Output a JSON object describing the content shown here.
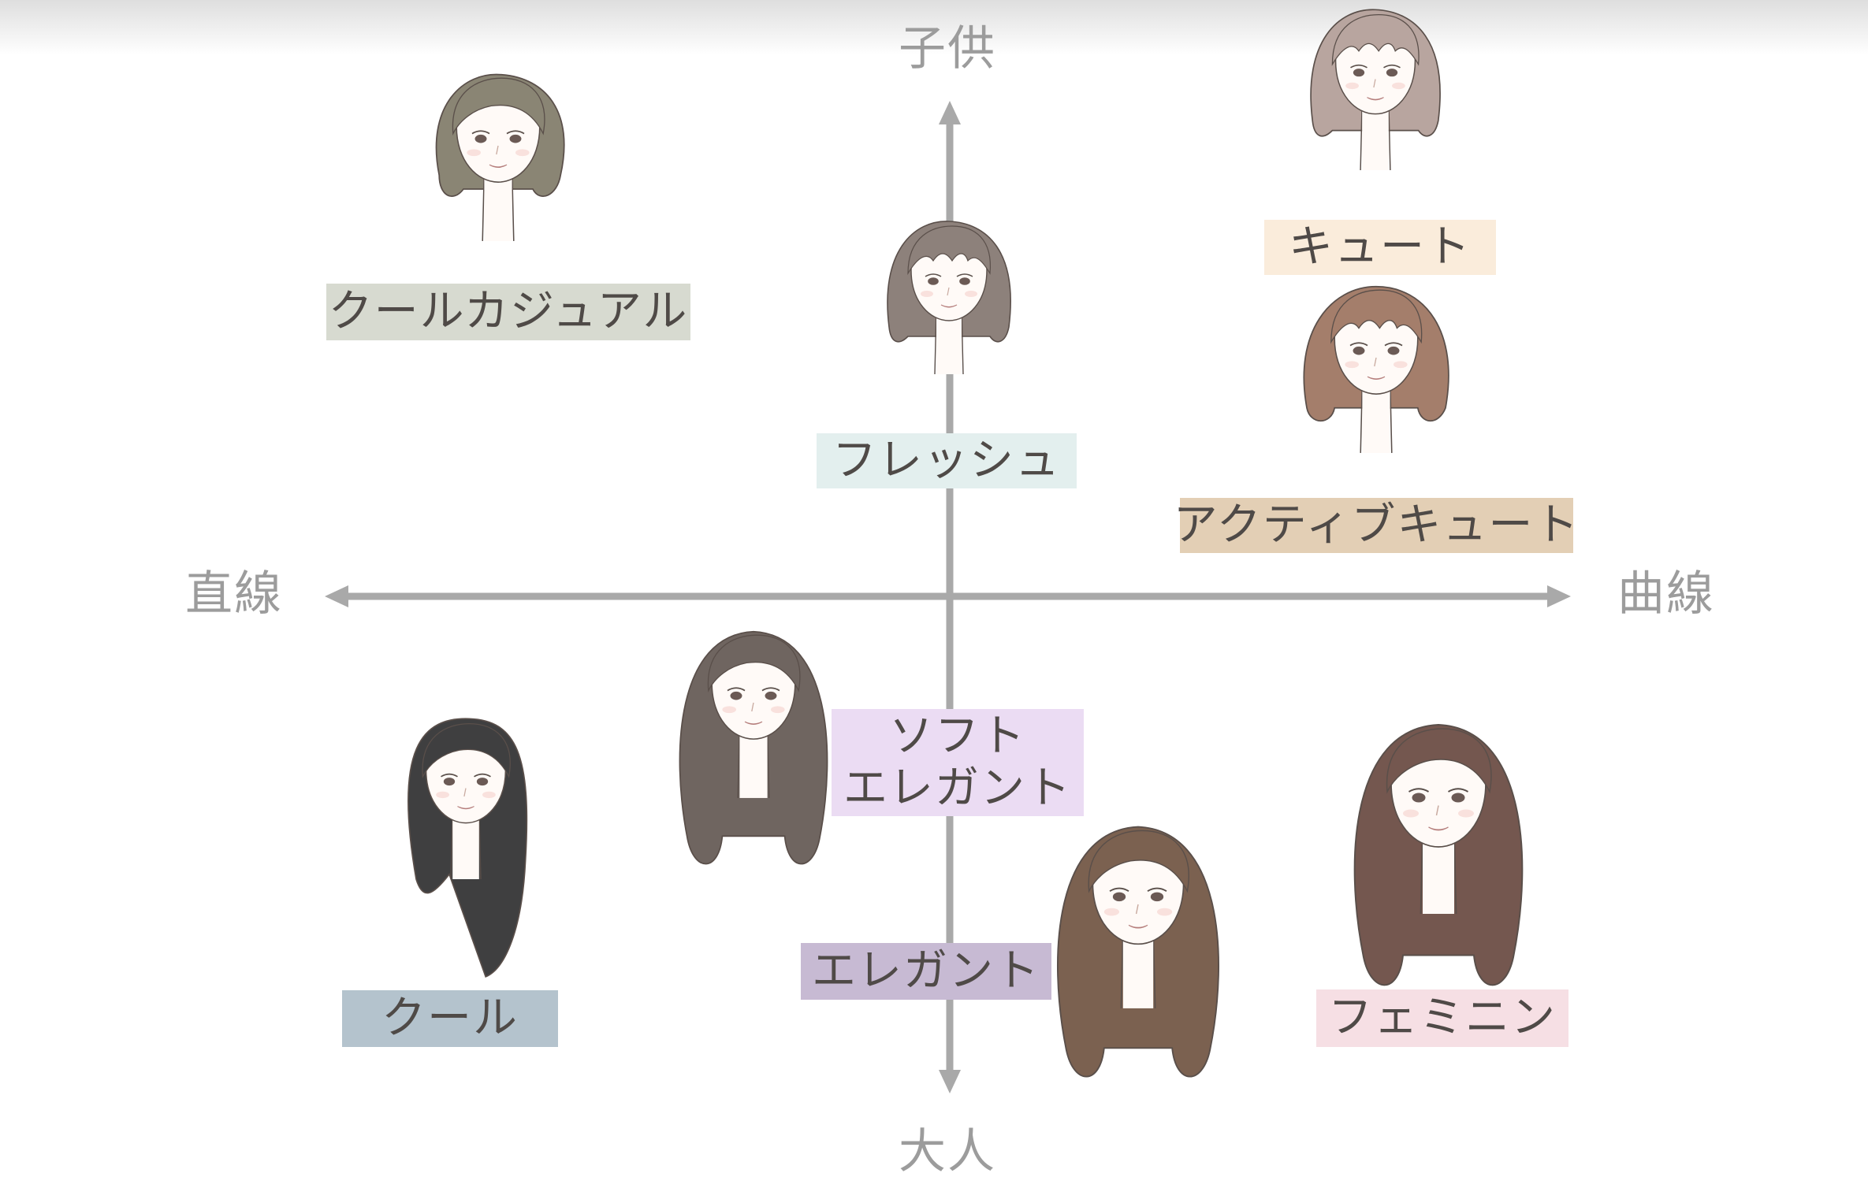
{
  "axes": {
    "top": "子供",
    "bottom": "大人",
    "left": "直線",
    "right": "曲線"
  },
  "styles": [
    {
      "id": "cool-casual",
      "lines": [
        "クールカジュアル"
      ],
      "bg": "#d7dad0",
      "hair": "#8a8574"
    },
    {
      "id": "cute",
      "lines": [
        "キュート"
      ],
      "bg": "#faecdb",
      "hair": "#b8a59f"
    },
    {
      "id": "fresh",
      "lines": [
        "フレッシュ"
      ],
      "bg": "#e3efee",
      "hair": "#8d817b"
    },
    {
      "id": "active-cute",
      "lines": [
        "アクティブキュート"
      ],
      "bg": "#e3cfb5",
      "hair": "#a47e6b"
    },
    {
      "id": "soft-elegant",
      "lines": [
        "ソフト",
        "エレガント"
      ],
      "bg": "#ebdcf3",
      "hair": "#6f6560"
    },
    {
      "id": "cool",
      "lines": [
        "クール"
      ],
      "bg": "#b4c3cd",
      "hair": "#3f3f40"
    },
    {
      "id": "elegant",
      "lines": [
        "エレガント"
      ],
      "bg": "#c7bad3",
      "hair": "#7b6150"
    },
    {
      "id": "feminine",
      "lines": [
        "フェミニン"
      ],
      "bg": "#f6dfe4",
      "hair": "#74574f"
    }
  ],
  "colors": {
    "axis": "#a9a9a9",
    "axis_text": "#9c9c9c",
    "label_text": "#4f4a47",
    "skin": "#fffaf7",
    "outline": "#5a4f4a"
  }
}
